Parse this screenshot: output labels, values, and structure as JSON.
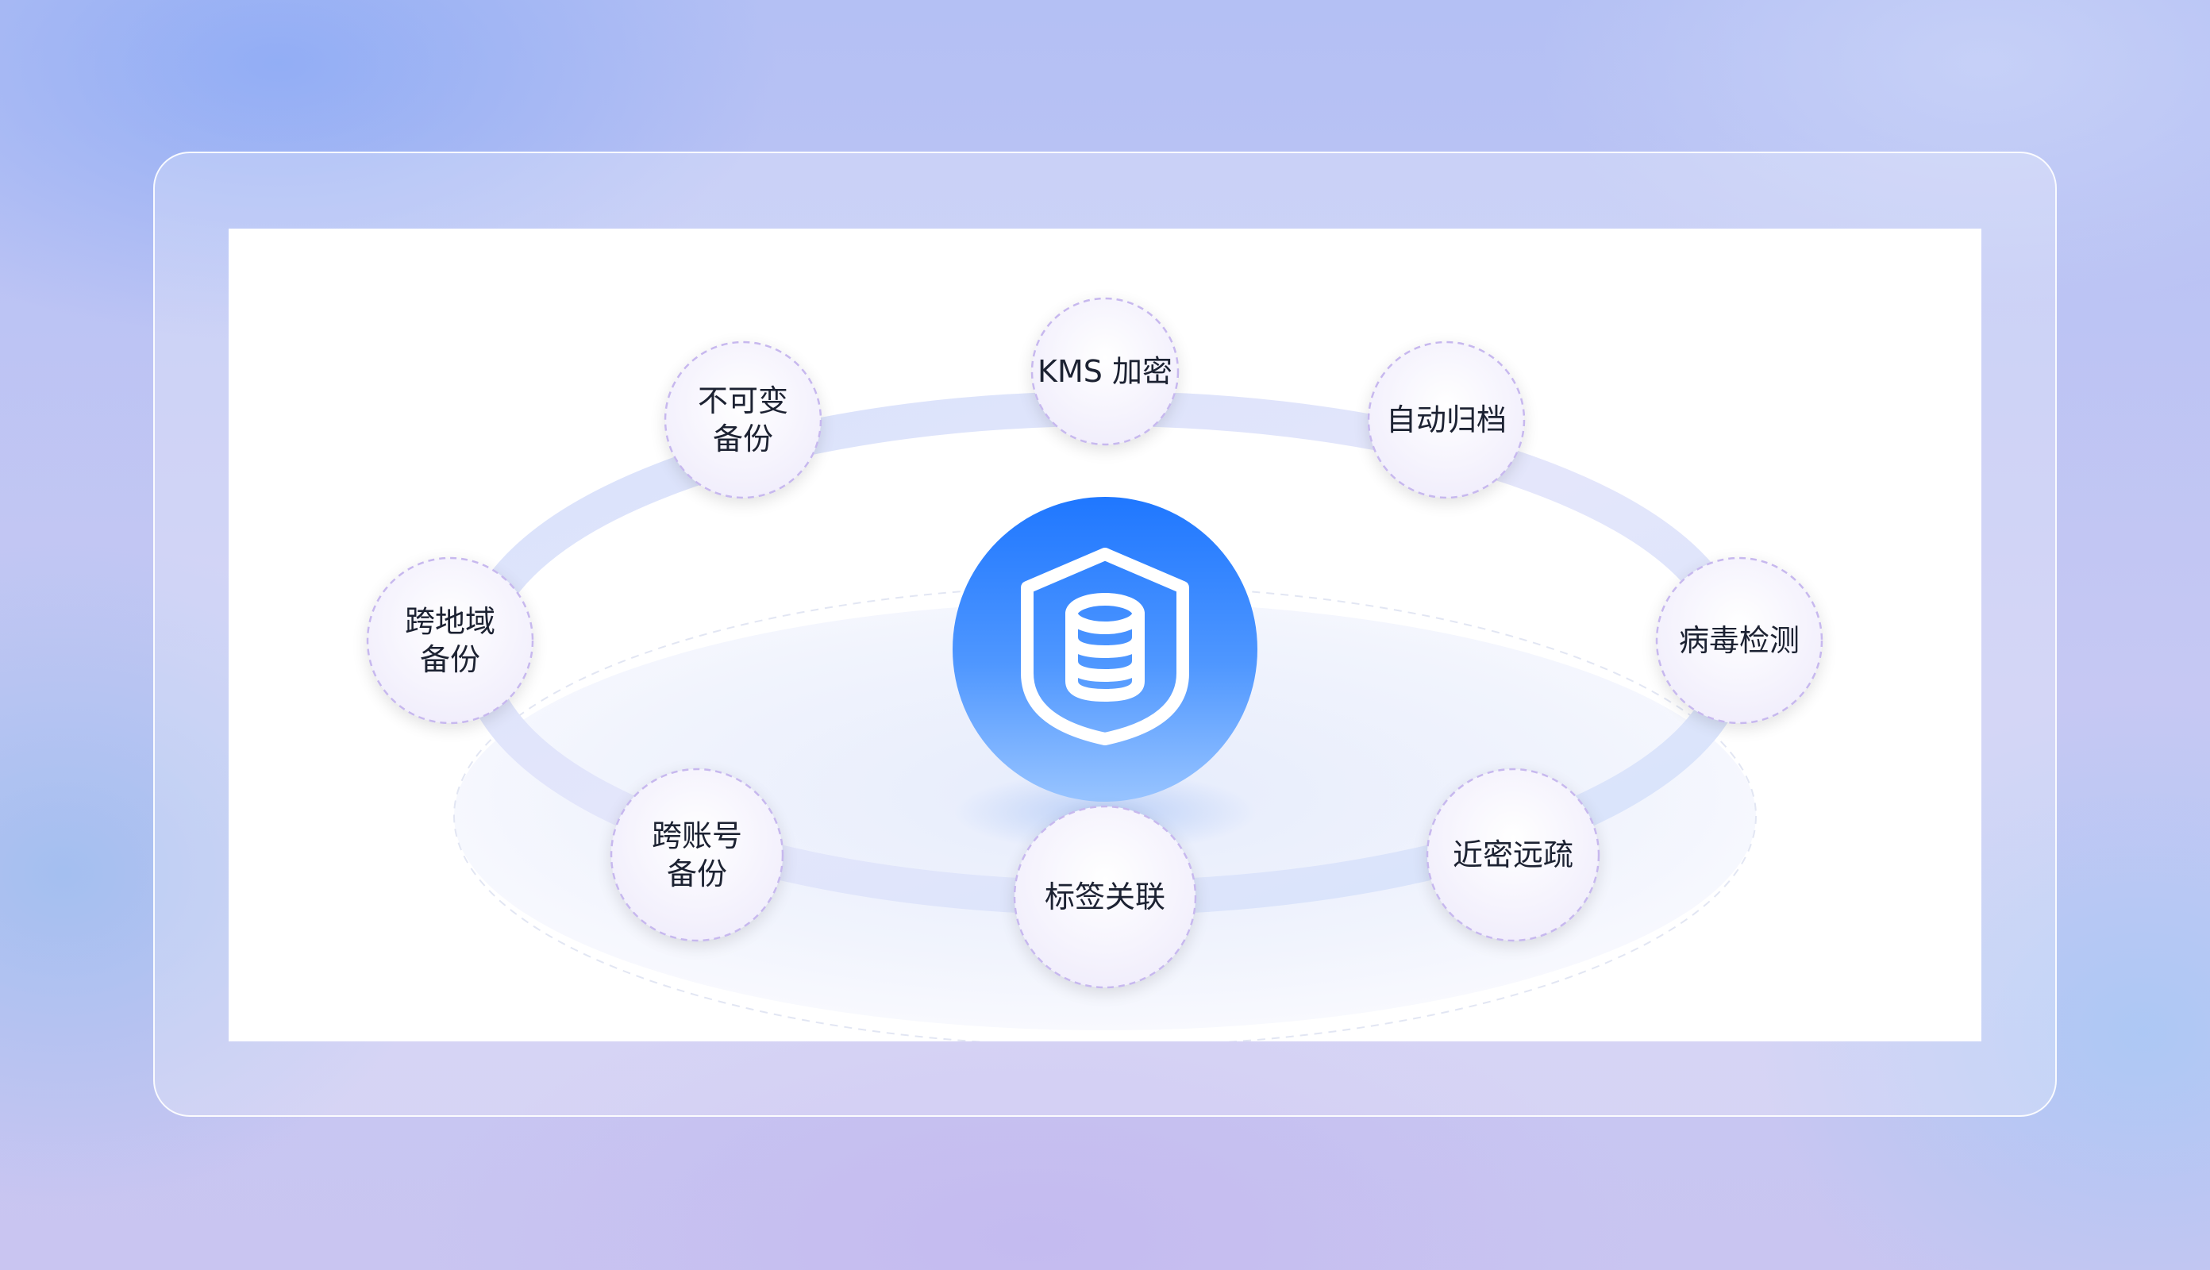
{
  "diagram": {
    "center_icon": "shield-database-icon",
    "features": [
      {
        "id": "kms",
        "lines": [
          "KMS 加密"
        ]
      },
      {
        "id": "auto-archive",
        "lines": [
          "自动归档"
        ]
      },
      {
        "id": "virus-scan",
        "lines": [
          "病毒检测"
        ]
      },
      {
        "id": "near-far",
        "lines": [
          "近密远疏"
        ]
      },
      {
        "id": "tag-link",
        "lines": [
          "标签关联"
        ]
      },
      {
        "id": "cross-account",
        "lines": [
          "跨账号",
          "备份"
        ]
      },
      {
        "id": "cross-region",
        "lines": [
          "跨地域",
          "备份"
        ]
      },
      {
        "id": "immutable",
        "lines": [
          "不可变",
          "备份"
        ]
      }
    ],
    "colors": {
      "center_top": "#2a7bff",
      "center_bottom": "#8ec0ff",
      "ring": "#dfe6fb",
      "node_border": "#c7b8ee",
      "text": "#1f2233"
    }
  }
}
